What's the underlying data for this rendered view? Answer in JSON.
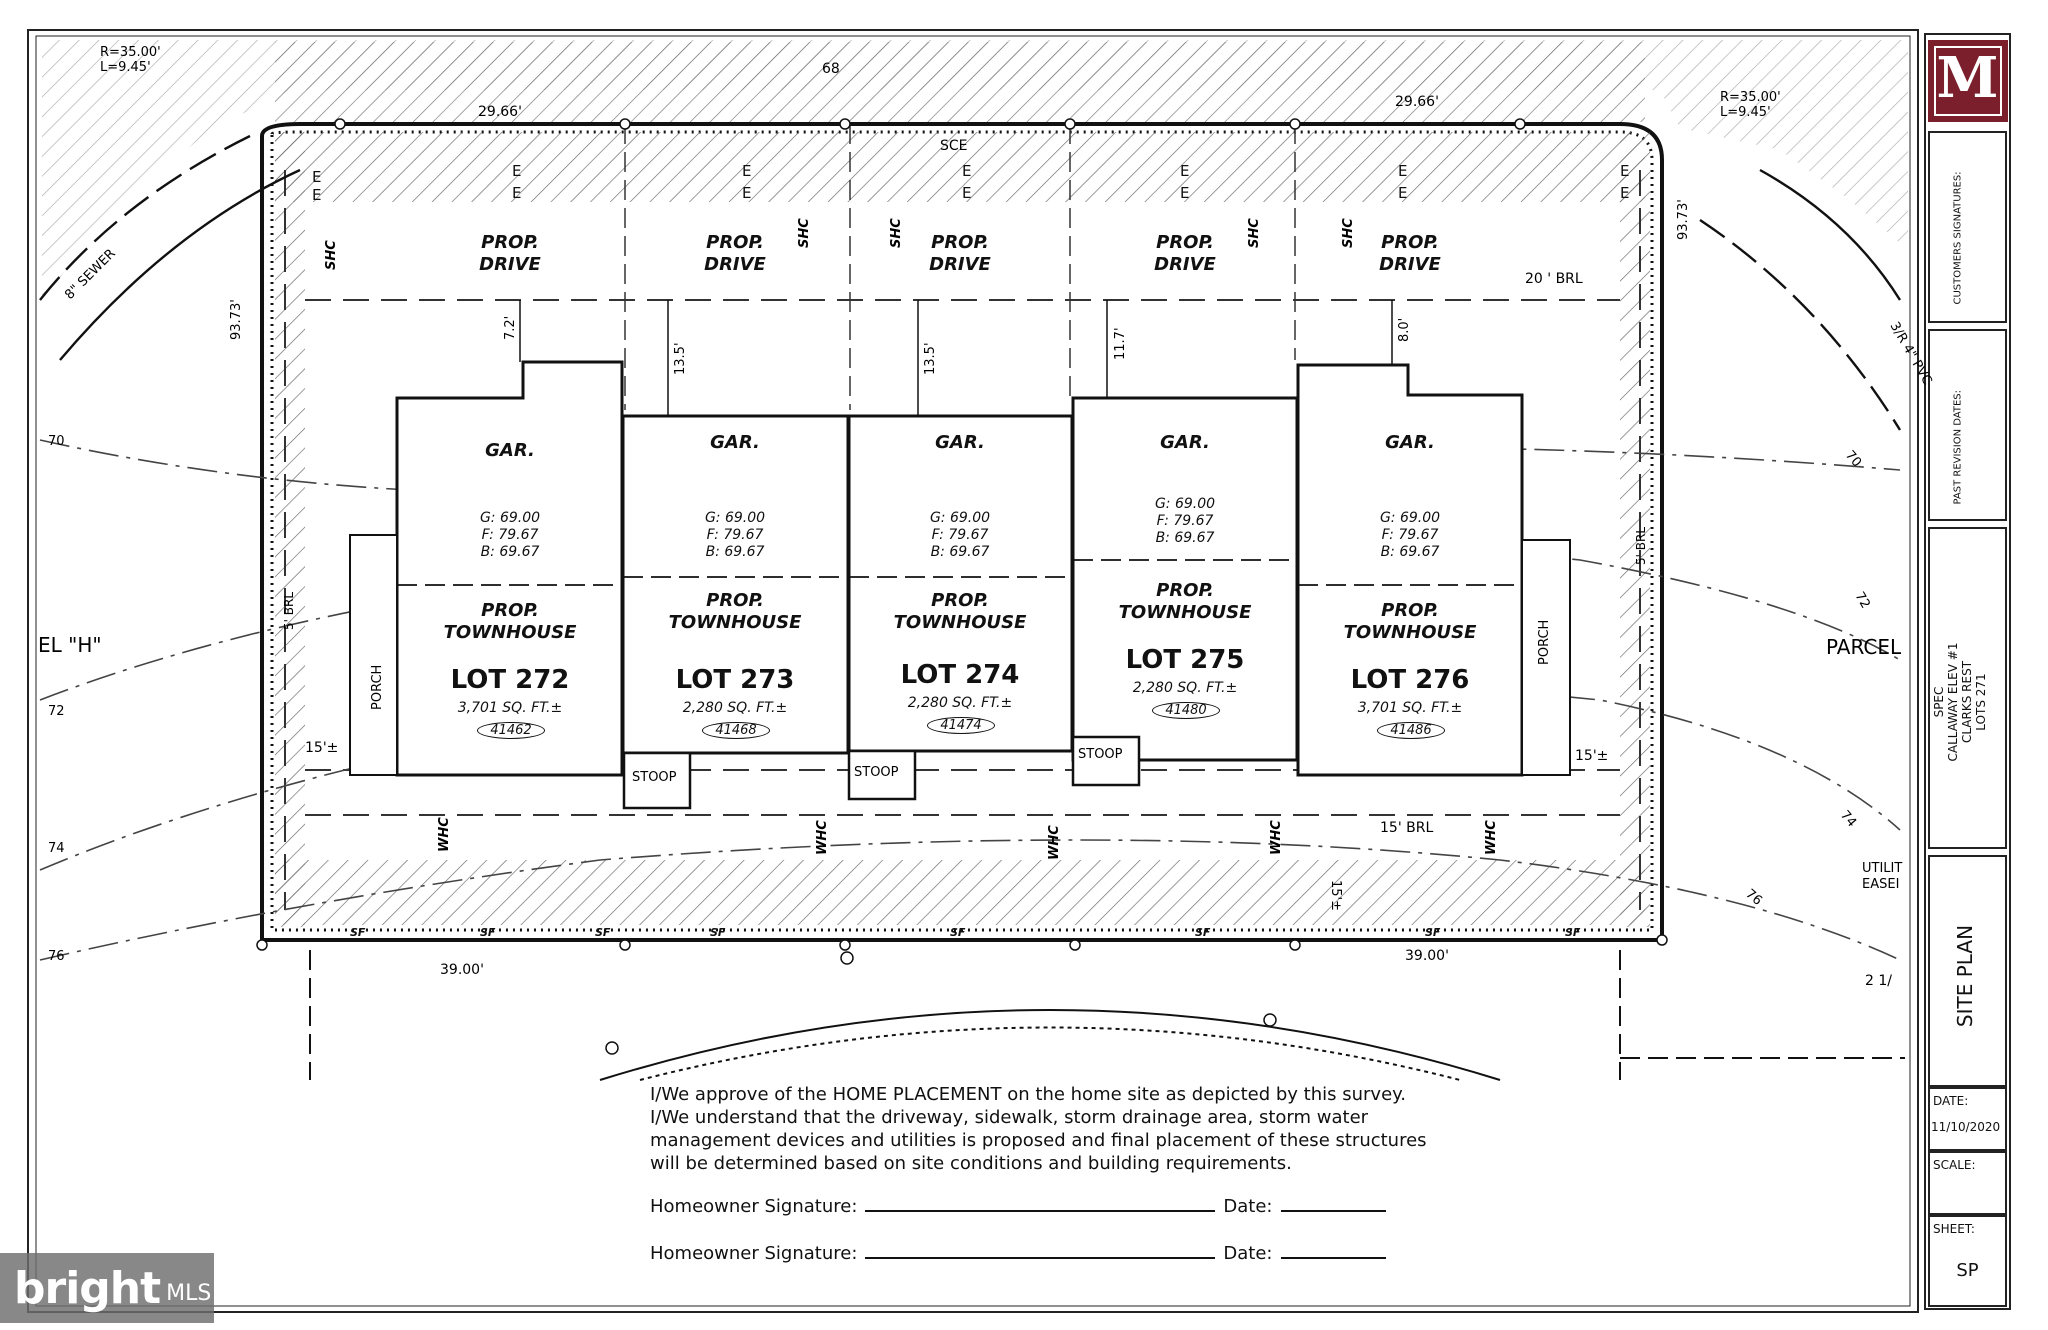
{
  "plan": {
    "curve_top_left": "R=35.00'",
    "curve_top_left_l": "L=9.45'",
    "curve_top_right": "R=35.00'",
    "curve_top_right_l": "L=9.45'",
    "top_width_left": "29.66'",
    "top_width_right": "29.66'",
    "top_contour": "68",
    "sce": "SCE",
    "side_dim_left": "93.73'",
    "side_dim_right": "93.73'",
    "bottom_width_left": "39.00'",
    "bottom_width_right": "39.00'",
    "sewer_label": "8\" SEWER",
    "pvc_label": "3/R 4\" PVC",
    "brl_top": "20 ' BRL",
    "brl_bottom": "15' BRL",
    "brl_left": "5' BRL",
    "brl_right": "5' BRL",
    "setback_left": "15'±",
    "setback_right": "15'±",
    "setback_bottom": "15'±",
    "contours": [
      "70",
      "72",
      "74",
      "76"
    ],
    "parcel_left": "EL \"H\"",
    "parcel_right": "PARCEL",
    "utility_1": "UTILIT",
    "utility_2": "EASEI",
    "porch": "PORCH",
    "stoop": "STOOP",
    "shc": "SHC",
    "whc": "WHC",
    "sf": "SF",
    "e": "E",
    "drive": [
      "PROP.",
      "DRIVE"
    ],
    "garage": "GAR.",
    "townhouse": [
      "PROP.",
      "TOWNHOUSE"
    ],
    "drive_dims": [
      "7.2'",
      "13.5'",
      "13.5'",
      "11.7'",
      "8.0'"
    ],
    "lots": [
      {
        "lot": "LOT 272",
        "area": "3,701 SQ. FT.±",
        "id": "41462",
        "g": "G: 69.00",
        "f": "F: 79.67",
        "b": "B: 69.67"
      },
      {
        "lot": "LOT 273",
        "area": "2,280 SQ. FT.±",
        "id": "41468",
        "g": "G: 69.00",
        "f": "F: 79.67",
        "b": "B: 69.67"
      },
      {
        "lot": "LOT 274",
        "area": "2,280 SQ. FT.±",
        "id": "41474",
        "g": "G: 69.00",
        "f": "F: 79.67",
        "b": "B: 69.67"
      },
      {
        "lot": "LOT 275",
        "area": "2,280 SQ. FT.±",
        "id": "41480",
        "g": "G: 69.00",
        "f": "F: 79.67",
        "b": "B: 69.67"
      },
      {
        "lot": "LOT 276",
        "area": "3,701 SQ. FT.±",
        "id": "41486",
        "g": "G: 69.00",
        "f": "F: 79.67",
        "b": "B: 69.67"
      }
    ],
    "road_right": "2 1/"
  },
  "approval": {
    "line1": "I/We approve of the HOME PLACEMENT on the home site as depicted by this survey.",
    "line2": "I/We understand that the driveway, sidewalk, storm drainage area, storm water",
    "line3": "management devices and utilities is proposed and final placement of these structures",
    "line4": "will be determined based on site conditions and building requirements.",
    "sig_label": "Homeowner Signature:",
    "date_label": "Date:"
  },
  "title_block": {
    "logo": "M",
    "customers_signatures": "CUSTOMERS SIGNATURES:",
    "past_revision_dates": "PAST REVISION DATES:",
    "spec": "SPEC",
    "model": "CALLAWAY ELEV #1",
    "community": "CLARKS REST",
    "lots": "LOTS 271",
    "sheet_title": "SITE PLAN",
    "date_label": "DATE:",
    "date_value": "11/10/2020",
    "scale_label": "SCALE:",
    "sheet_label": "SHEET:",
    "sheet_value": "SP"
  },
  "watermark": {
    "brand": "bright",
    "suffix": "MLS"
  },
  "colors": {
    "ink": "#111111",
    "logo_bg": "#7a1f2b",
    "hatch": "#555555"
  }
}
